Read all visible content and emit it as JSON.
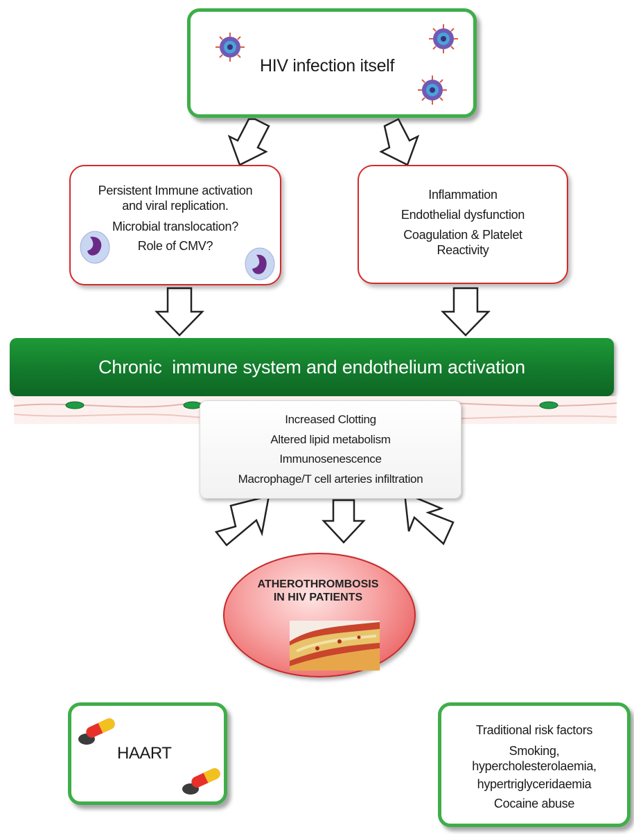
{
  "top": {
    "label": "HIV infection itself",
    "icon": "virus-icon"
  },
  "left_box": {
    "lines": [
      "Persistent Immune activation",
      "and viral replication.",
      "Microbial translocation?",
      "Role of CMV?"
    ],
    "icon": "immune-cell-icon"
  },
  "right_box": {
    "lines": [
      "Inflammation",
      "Endothelial dysfunction",
      "Coagulation & Platelet",
      "Reactivity"
    ]
  },
  "banner": {
    "label": "Chronic  immune system and endothelium activation"
  },
  "mechanisms": {
    "lines": [
      "Increased Clotting",
      "Altered lipid metabolism",
      "Immunosenescence",
      "Macrophage/T cell arteries infiltration"
    ]
  },
  "outcome": {
    "line1": "ATHEROTHROMBOSIS",
    "line2": "IN HIV PATIENTS",
    "icon": "artery-plaque-icon"
  },
  "haart": {
    "label": "HAART",
    "icon": "capsule-icon"
  },
  "risk": {
    "lines": [
      "Traditional risk factors",
      "Smoking,",
      "hypercholesterolaemia,",
      "hypertriglyceridaemia",
      "Cocaine abuse"
    ]
  },
  "colors": {
    "green": "#3fae49",
    "banner_green": "#137a2c",
    "red": "#d42a2a"
  }
}
